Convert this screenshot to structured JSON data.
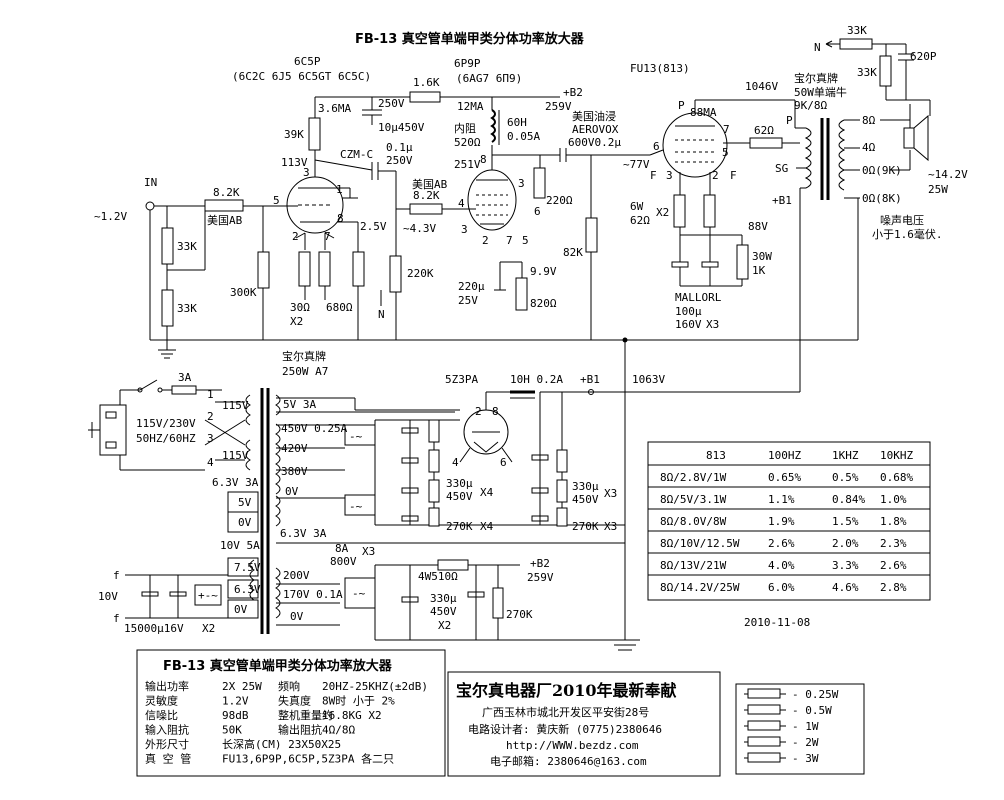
{
  "title": "FB-13 真空管单端甲类分体功率放大器",
  "tubes": {
    "v1_name": "6C5P",
    "v1_equiv": "(6C2C 6J5 6C5GT 6C5C)",
    "v2_name": "6P9P",
    "v2_equiv": "(6AG7 6П9)",
    "v3_name": "FU13(813)",
    "rect_name": "5Z3PA"
  },
  "labels": {
    "in": "IN",
    "in_level": "~1.2V",
    "n1": "N",
    "n2": "N",
    "r_8k2": "8.2K",
    "meiguo_ab1": "美国AB",
    "r_33k_a": "33K",
    "r_33k_b": "33K",
    "r_300k": "300K",
    "r_39k": "39K",
    "i_36ma": "3.6MA",
    "v_113": "113V",
    "r_1k6": "1.6K",
    "v_250a": "250V",
    "c_10u450": "10μ450V",
    "czm": "CZM-C",
    "c_01u": "0.1μ",
    "v_250b": "250V",
    "meiguo_ab2": "美国AB",
    "r_8k2b": "8.2K",
    "v_43": "~4.3V",
    "v_25": "2.5V",
    "r_220k": "220K",
    "r_30": "30Ω",
    "x2a": "X2",
    "r_680": "680Ω",
    "b2_top": "+B2",
    "b2_top_v": "259V",
    "i_12ma": "12MA",
    "choke_60h": "60H",
    "choke_i": "0.05A",
    "neizu": "内阻",
    "neizu_v": "520Ω",
    "v_251": "251V",
    "r_220": "220Ω",
    "oil_cap": "美国油浸",
    "aerovox": "AEROVOX",
    "aerovox_v": "600V0.2μ",
    "r_82k": "82K",
    "c_220u": "220μ",
    "c_220u_v": "25V",
    "v_99": "9.9V",
    "r_820": "820Ω",
    "v_1046": "1046V",
    "i_88ma": "88MA",
    "r_62": "62Ω",
    "v_77": "~77V",
    "f1": "F",
    "f2": "F",
    "r_6w": "6W",
    "r_6w_v": "62Ω",
    "x2b": "X2",
    "v_88": "88V",
    "r_30w": "30W",
    "r_30w_v": "1K",
    "mallorl": "MALLORL",
    "mallorl_c": "100μ",
    "mallorl_v": "160V",
    "x3a": "X3",
    "r_fb_33k_top": "33K",
    "r_fb_33k_side": "33K",
    "c_620p": "620P",
    "opt_brand": "宝尔真牌",
    "opt_spec": "50W单端牛",
    "opt_imp": "9K/8Ω",
    "tap_p": "P",
    "tap_8": "8Ω",
    "tap_4": "4Ω",
    "tap_0_9k": "0Ω(9K)",
    "tap_0_8k": "0Ω(8K)",
    "sg": "SG",
    "b1_tap": "+B1",
    "out_v": "~14.2V",
    "out_w": "25W",
    "noise": "噪声电压",
    "noise_v": "小于1.6毫伏.",
    "pin_p": "P"
  },
  "power": {
    "pt_brand": "宝尔真牌",
    "pt_spec": "250W A7",
    "fuse": "3A",
    "mains": "115V/230V",
    "mains_f": "50HZ/60HZ",
    "w115a": "115V",
    "w115b": "115V",
    "w5v3a": "5V 3A",
    "w450": "450V 0.25A",
    "w420": "420V",
    "w380": "380V",
    "w0a": "0V",
    "w63_3a": "6.3V 3A",
    "w5v": "5V",
    "w0b": "0V",
    "w63b": "6.3V 3A",
    "w10v5a": "10V 5A",
    "w75": "7.5V",
    "w63c": "6.3V",
    "w0c": "0V",
    "w200": "200V",
    "w170": "170V 0.1A",
    "w0d": "0V",
    "rect": "5Z3PA",
    "choke": "10H 0.2A",
    "b1": "+B1",
    "b1_v": "1063V",
    "c330a": "330μ",
    "c330a_v": "450V",
    "x4a": "X4",
    "r270a": "270K",
    "x4b": "X4",
    "c330b": "330μ",
    "c330b_v": "450V",
    "x3b": "X3",
    "r270b": "270K",
    "x3c": "X3",
    "br8a": "8A",
    "br800": "800V",
    "x3d": "X3",
    "f1": "f",
    "f2": "f",
    "v10": "10V",
    "c15000": "15000μ16V",
    "x2c": "X2",
    "r4w": "4W510Ω",
    "b2": "+B2",
    "b2_v": "259V",
    "c330c": "330μ",
    "c330c_v": "450V",
    "x2d": "X2",
    "r270c": "270K",
    "pins": [
      "1",
      "2",
      "3",
      "4",
      "2",
      "8",
      "4",
      "6"
    ]
  },
  "distortion_table": {
    "headers": [
      "813",
      "100HZ",
      "1KHZ",
      "10KHZ"
    ],
    "rows": [
      [
        "8Ω/2.8V/1W",
        "0.65%",
        "0.5%",
        "0.68%"
      ],
      [
        "8Ω/5V/3.1W",
        "1.1%",
        "0.84%",
        "1.0%"
      ],
      [
        "8Ω/8.0V/8W",
        "1.9%",
        "1.5%",
        "1.8%"
      ],
      [
        "8Ω/10V/12.5W",
        "2.6%",
        "2.0%",
        "2.3%"
      ],
      [
        "8Ω/13V/21W",
        "4.0%",
        "3.3%",
        "2.6%"
      ],
      [
        "8Ω/14.2V/25W",
        "6.0%",
        "4.6%",
        "2.8%"
      ]
    ]
  },
  "date": "2010-11-08",
  "spec_box": {
    "title": "FB-13 真空管单端甲类分体功率放大器",
    "rows": [
      [
        "输出功率",
        "2X 25W",
        "频响",
        "20HZ-25KHZ(±2dB)"
      ],
      [
        "灵敏度",
        "1.2V",
        "失真度",
        "8W时 小于 2%"
      ],
      [
        "信噪比",
        "98dB",
        "整机重量约",
        "16.8KG X2"
      ],
      [
        "输入阻抗",
        "50K",
        "输出阻抗",
        "4Ω/8Ω"
      ],
      [
        "外形尺寸",
        "长深高(CM) 23X50X25",
        "",
        ""
      ],
      [
        "真 空 管",
        "FU13,6P9P,6C5P,5Z3PA 各二只",
        "",
        ""
      ]
    ]
  },
  "maker": {
    "name": "宝尔真电器厂2010年最新奉献",
    "addr": "广西玉林市城北开发区平安街28号",
    "designer": "电路设计者: 黄庆新 (0775)2380646",
    "web": "http://WWW.bezdz.com",
    "mail": "电子邮箱: 2380646@163.com"
  },
  "legend": [
    "0.25W",
    "0.5W",
    "1W",
    "2W",
    "3W"
  ]
}
